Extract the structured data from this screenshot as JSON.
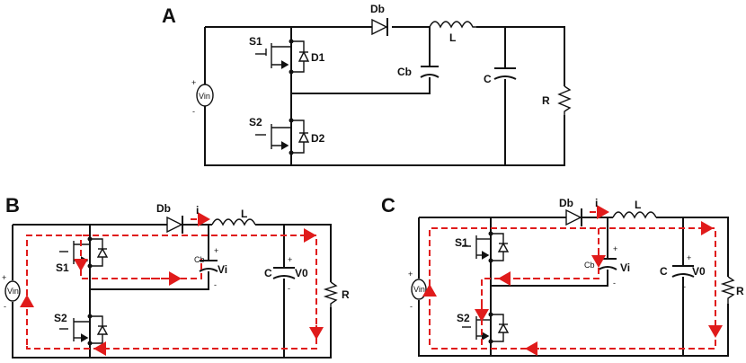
{
  "panels": {
    "A": {
      "title": "A",
      "labels": {
        "Db": "Db",
        "L": "L",
        "S1": "S1",
        "D1": "D1",
        "S2": "S2",
        "D2": "D2",
        "Cb": "Cb",
        "C": "C",
        "R": "R",
        "Vin": "Vin",
        "plus": "+",
        "minus": "-"
      }
    },
    "B": {
      "title": "B",
      "labels": {
        "Db": "Db",
        "i": "i",
        "L": "L",
        "S1": "S1",
        "S2": "S2",
        "Cb": "Cb",
        "Vi": "Vi",
        "C": "C",
        "V0": "V0",
        "R": "R",
        "Vin": "Vin",
        "plus": "+",
        "minus": "-"
      }
    },
    "C": {
      "title": "C",
      "labels": {
        "Db": "Db",
        "i": "i",
        "L": "L",
        "S1": "S1",
        "S2": "S2",
        "Cb": "Cb",
        "Vi": "Vi",
        "C": "C",
        "V0": "V0",
        "R": "R",
        "Vin": "Vin",
        "plus": "+",
        "minus": "-"
      }
    }
  },
  "colors": {
    "wire": "#111111",
    "current_path": "#e01b1b",
    "background": "#ffffff"
  }
}
